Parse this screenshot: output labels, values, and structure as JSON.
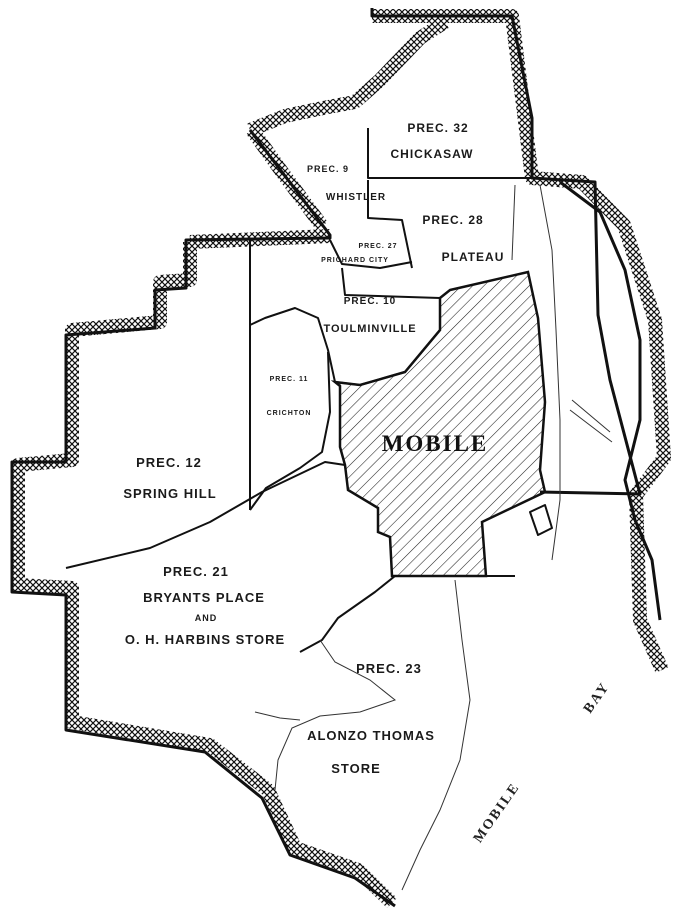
{
  "precincts": {
    "p32": {
      "prec": "PREC. 32",
      "name": "CHICKASAW"
    },
    "p9": {
      "prec": "PREC. 9",
      "name": "WHISTLER"
    },
    "p28": {
      "prec": "PREC. 28",
      "name": "PLATEAU"
    },
    "p27": {
      "prec": "PREC. 27",
      "name": "PRICHARD CITY"
    },
    "p10": {
      "prec": "PREC. 10",
      "name": "TOULMINVILLE"
    },
    "p11": {
      "prec": "PREC. 11",
      "name": "CRICHTON"
    },
    "p12": {
      "prec": "PREC. 12",
      "name": "SPRING HILL"
    },
    "p21": {
      "prec": "PREC. 21",
      "line1": "BRYANTS PLACE",
      "line2": "AND",
      "line3": "O. H. HARBINS STORE"
    },
    "p23": {
      "prec": "PREC. 23",
      "line1": "ALONZO THOMAS",
      "line2": "STORE"
    }
  },
  "city": {
    "name": "MOBILE"
  },
  "water": {
    "bay_word1": "MOBILE",
    "bay_word2": "BAY"
  },
  "colors": {
    "ink": "#111111",
    "paper": "#ffffff"
  }
}
